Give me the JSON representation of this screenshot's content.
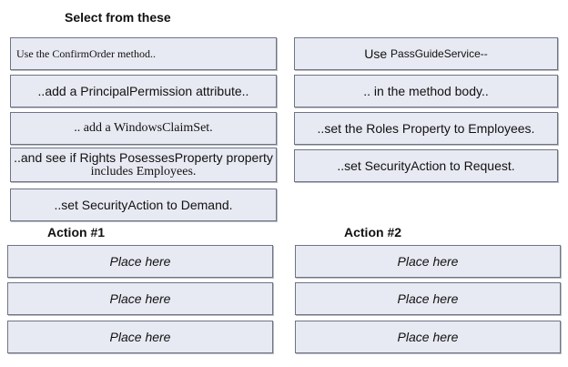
{
  "header": {
    "title": "Select  from these"
  },
  "options_left": [
    {
      "text": "Use the ConfirmOrder method.."
    },
    {
      "text": "..add a PrincipalPermission attribute.."
    },
    {
      "text": ".. add a WindowsClaimSet."
    },
    {
      "line1": "..and see if Rights PosessesProperty property",
      "line2": "includes Employees."
    },
    {
      "text": "..set SecurityAction to Demand."
    }
  ],
  "options_right": [
    {
      "prefix": "Use",
      "service": "PassGuideService--"
    },
    {
      "text": ".. in the method body.."
    },
    {
      "text": "..set the Roles Property to Employees."
    },
    {
      "text": "..set SecurityAction to Request."
    }
  ],
  "action1": {
    "title": "Action #1",
    "slots": [
      "Place here",
      "Place here",
      "Place here"
    ]
  },
  "action2": {
    "title": "Action #2",
    "slots": [
      "Place here",
      "Place here",
      "Place here"
    ]
  }
}
